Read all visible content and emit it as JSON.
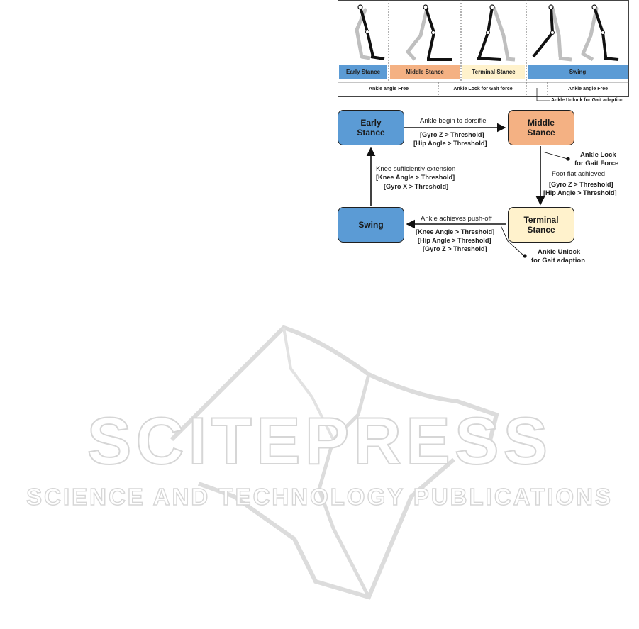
{
  "watermark": {
    "title": "SCITEPRESS",
    "subtitle": "SCIENCE AND TECHNOLOGY PUBLICATIONS"
  },
  "phases": [
    {
      "label": "Early Stance",
      "color": "#5b9bd5"
    },
    {
      "label": "Middle Stance",
      "color": "#f4b183"
    },
    {
      "label": "Terminal Stance",
      "color": "#fff2cc"
    },
    {
      "label": "Swing",
      "color": "#5b9bd5"
    }
  ],
  "controls": {
    "free_1": "Ankle angle Free",
    "lock": "Ankle Lock for Gait force",
    "free_2": "Ankle angle Free",
    "unlock_note": "Ankle Unlock  for Gait adaption"
  },
  "states": {
    "early": "Early\nStance",
    "middle": "Middle\nStance",
    "terminal": "Terminal\nStance",
    "swing": "Swing"
  },
  "transitions": {
    "early_to_middle": {
      "event": "Ankle begin to dorsifle",
      "conditions": [
        "[Gyro Z > Threshold]",
        "[Hip Angle > Threshold]"
      ]
    },
    "middle_to_terminal": {
      "event": "Foot flat achieved",
      "conditions": [
        "[Gyro Z > Threshold]",
        "[Hip Angle > Threshold]"
      ]
    },
    "terminal_to_swing": {
      "event": "Ankle achieves push-off",
      "conditions": [
        "[Knee Angle > Threshold]",
        "[Hip Angle > Threshold]",
        "[Gyro Z > Threshold]"
      ]
    },
    "swing_to_early": {
      "event": "Knee sufficiently extension",
      "conditions": [
        "[Knee Angle > Threshold]",
        "[Gyro X > Threshold]"
      ]
    }
  },
  "annotations": {
    "ankle_lock": [
      "Ankle Lock",
      "for Gait Force"
    ],
    "ankle_unlock": [
      "Ankle Unlock",
      "for Gait adaption"
    ]
  },
  "colors": {
    "stance_blue": "#5b9bd5",
    "middle_orange": "#f4b183",
    "terminal_yellow": "#fff2cc",
    "dark_limb": "#111111",
    "light_limb": "#bfbfbf"
  }
}
